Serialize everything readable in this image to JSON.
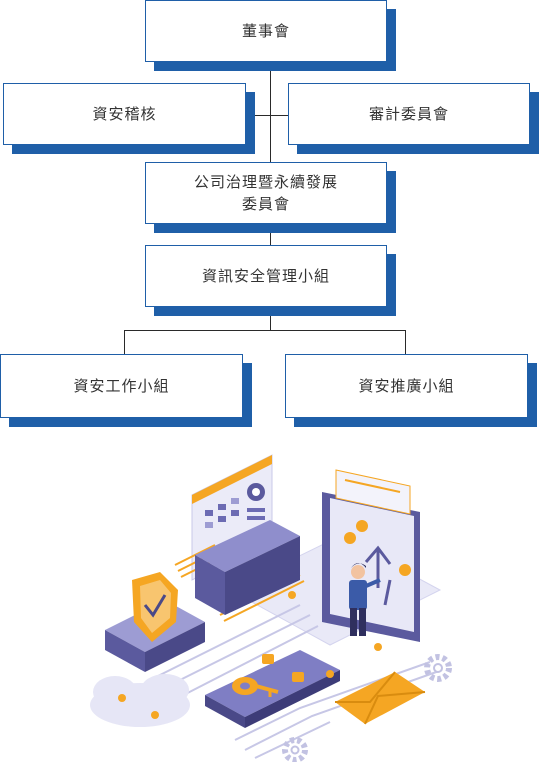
{
  "org_chart": {
    "board": "董事會",
    "audit": "資安稽核",
    "audit_committee": "審計委員會",
    "governance_line1": "公司治理暨永續發展",
    "governance_line2": "委員會",
    "security_committee": "資訊安全管理小組",
    "work_group": "資安工作小組",
    "promo_group": "資安推廣小組"
  },
  "colors": {
    "box_shadow": "#1f5fa8",
    "accent_orange": "#f5a623",
    "device_purple": "#5b5a9e"
  },
  "illustration": {
    "icons": [
      "shield-check-icon",
      "key-icon",
      "upload-arrow-icon",
      "envelope-icon",
      "gear-icon",
      "cloud-icon",
      "person-icon"
    ]
  }
}
